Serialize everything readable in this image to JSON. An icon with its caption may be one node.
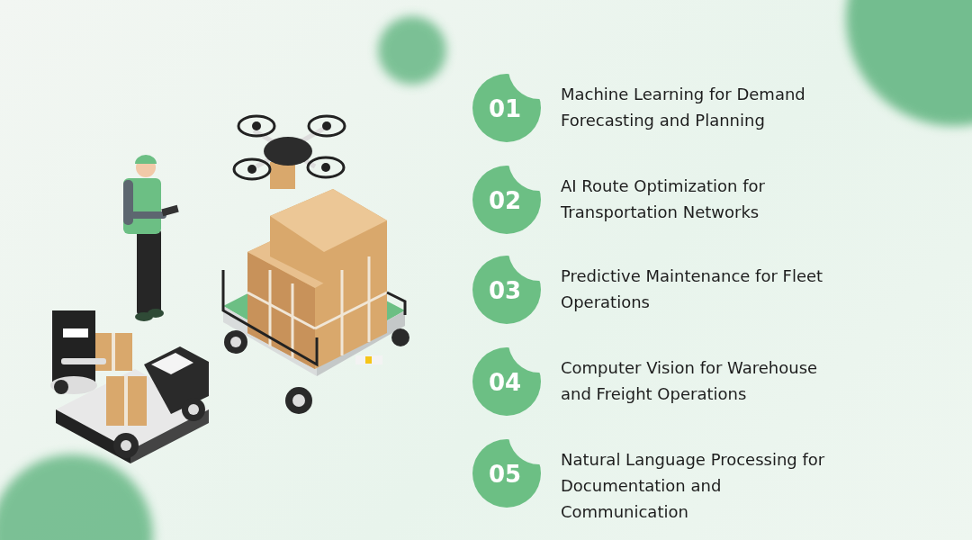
{
  "diagram": {
    "nodes": [
      {
        "text": [
          "01"
        ],
        "beside": [
          "Machine Learning for Demand Forecasting and Planning"
        ]
      },
      {
        "text": [
          "02"
        ],
        "beside": [
          "AI Route Optimization for Transportation Networks"
        ]
      },
      {
        "text": [
          "03"
        ],
        "beside": [
          "Predictive Maintenance for Fleet Operations"
        ]
      },
      {
        "text": [
          "04"
        ],
        "beside": [
          "Computer Vision for Warehouse and Freight Operations"
        ]
      },
      {
        "text": [
          "05"
        ],
        "beside": [
          "Natural Language Processing for Documentation and Communication"
        ]
      }
    ]
  }
}
